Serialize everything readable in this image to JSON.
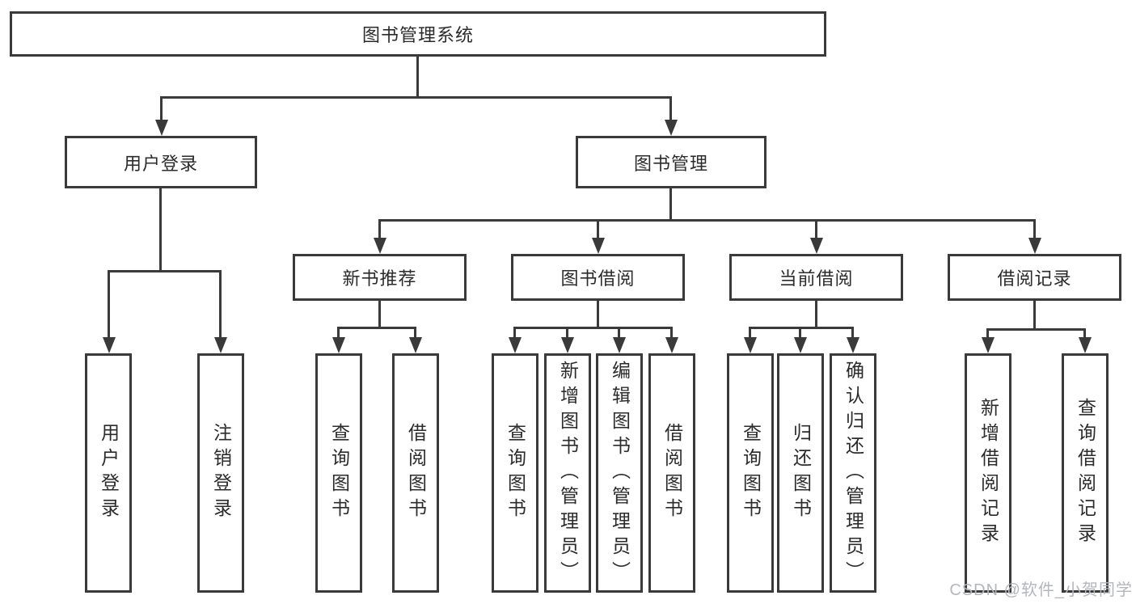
{
  "diagram": {
    "root_label": "图书管理系统",
    "level2": {
      "user_login": "用户登录",
      "book_management": "图书管理"
    },
    "level3": {
      "new_book_recommend": "新书推荐",
      "book_borrow": "图书借阅",
      "current_borrow": "当前借阅",
      "borrow_records": "借阅记录"
    },
    "leaves": {
      "user_login": [
        "用户登录",
        "注销登录"
      ],
      "new_book_recommend": [
        "查询图书",
        "借阅图书"
      ],
      "book_borrow": [
        "查询图书",
        "新增图书（管理员）",
        "编辑图书（管理员）",
        "借阅图书"
      ],
      "current_borrow": [
        "查询图书",
        "归还图书",
        "确认归还（管理员）"
      ],
      "borrow_records": [
        "新增借阅记录",
        "查询借阅记录"
      ]
    }
  },
  "watermark": "CSDN @软件_小贺同学",
  "colors": {
    "line": "#3a3a3a",
    "text": "#2b2b2b",
    "box_background": "#ffffff",
    "watermark": "#b3b6bb",
    "page_background": "#ffffff"
  }
}
